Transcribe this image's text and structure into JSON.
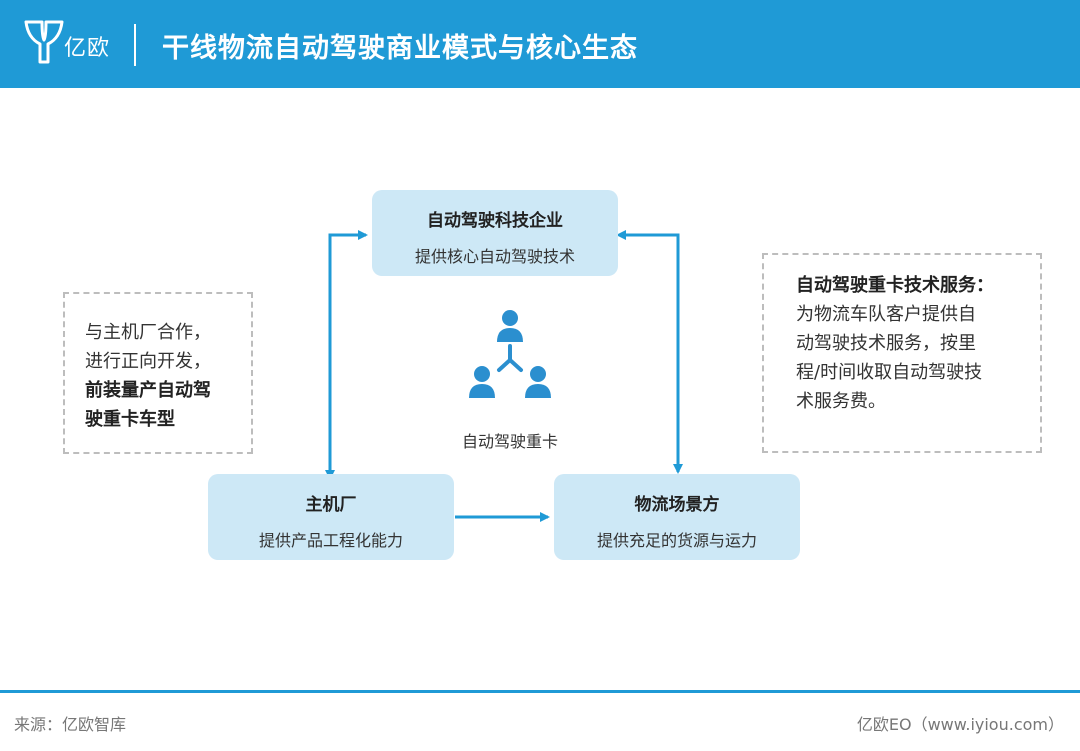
{
  "header": {
    "logo_text": "亿欧",
    "title": "干线物流自动驾驶商业模式与核心生态"
  },
  "nodes": {
    "tech": {
      "title": "自动驾驶科技企业",
      "subtitle": "提供核心自动驾驶技术"
    },
    "oem": {
      "title": "主机厂",
      "subtitle": "提供产品工程化能力"
    },
    "logistics": {
      "title": "物流场景方",
      "subtitle": "提供充足的货源与运力"
    }
  },
  "center": {
    "label": "自动驾驶重卡",
    "icon": "people-network-icon"
  },
  "notes": {
    "left": {
      "line1": "与主机厂合作，",
      "line2": "进行正向开发，",
      "line3": "前装量产自动驾",
      "line4": "驶重卡车型"
    },
    "right": {
      "heading": "自动驾驶重卡技术服务：",
      "line1": "为物流车队客户提供自",
      "line2": "动驾驶技术服务，按里",
      "line3": "程/时间收取自动驾驶技",
      "line4": "术服务费。"
    }
  },
  "footer": {
    "source": "来源：亿欧智库",
    "credit": "亿欧EO（www.iyiou.com）"
  },
  "colors": {
    "brand": "#1f9ad6",
    "node_fill": "#cde8f6",
    "arrow": "#1f9ad6",
    "icon": "#2b8fcf"
  }
}
